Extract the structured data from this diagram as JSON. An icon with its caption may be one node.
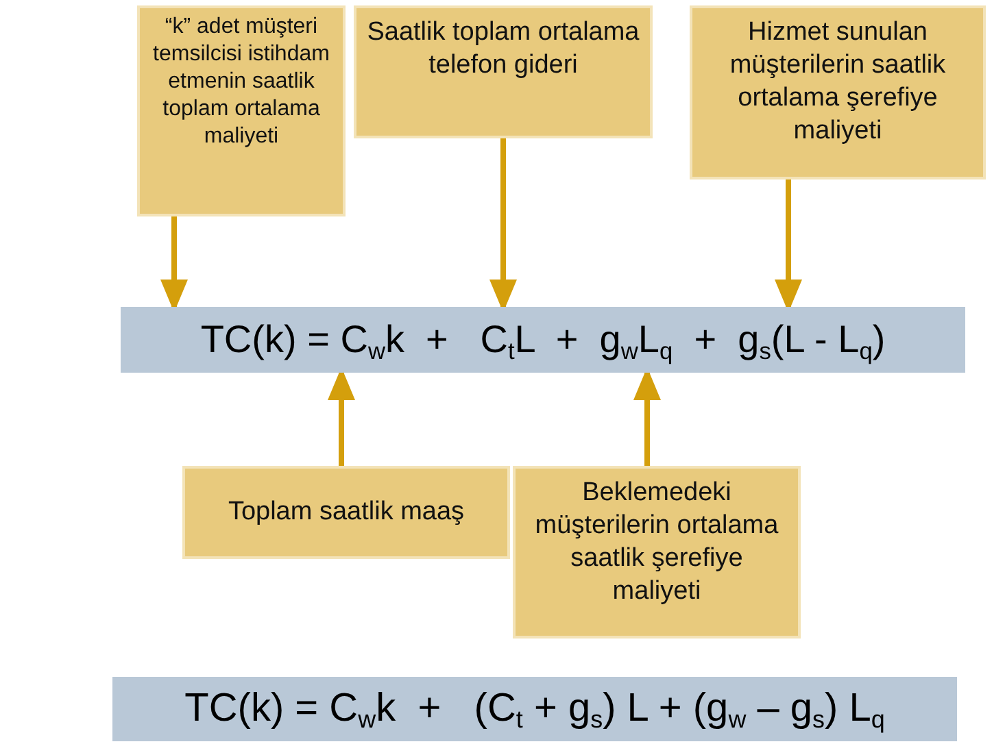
{
  "diagram": {
    "nodes": [
      {
        "text": [
          "“k” adet müşteri temsilcisi istihdam etmenin saatlik toplam ortalama maliyeti"
        ]
      },
      {
        "text": [
          "Saatlik toplam ortalama telefon gideri"
        ]
      },
      {
        "text": [
          "Hizmet sunulan müşterilerin saatlik ortalama şerefiye maliyeti"
        ]
      },
      {
        "text": [
          "TC(k) = C$_{w}$k  +   C$_{t}$L  +  g$_{w}$L$_{q}$  +  g$_{s}$(L - L$_{q}$)"
        ]
      },
      {
        "text": [
          "Toplam saatlik maaş"
        ]
      },
      {
        "text": [
          "Beklemedeki müşterilerin ortalama saatlik şerefiye maliyeti"
        ]
      },
      {
        "text": [
          "TC(k) = C$_{w}$k  +   (C$_{t}$ + g$_{s}$) L + (g$_{w}$ – g$_{s}$) L$_{q}$"
        ]
      }
    ],
    "edges": [
      {
        "from": 0,
        "to": 3,
        "arrow": "to"
      },
      {
        "from": 1,
        "to": 3,
        "arrow": "to"
      },
      {
        "from": 2,
        "to": 3,
        "arrow": "to"
      },
      {
        "from": 4,
        "to": 3,
        "arrow": "to"
      },
      {
        "from": 5,
        "to": 3,
        "arrow": "to"
      }
    ]
  }
}
